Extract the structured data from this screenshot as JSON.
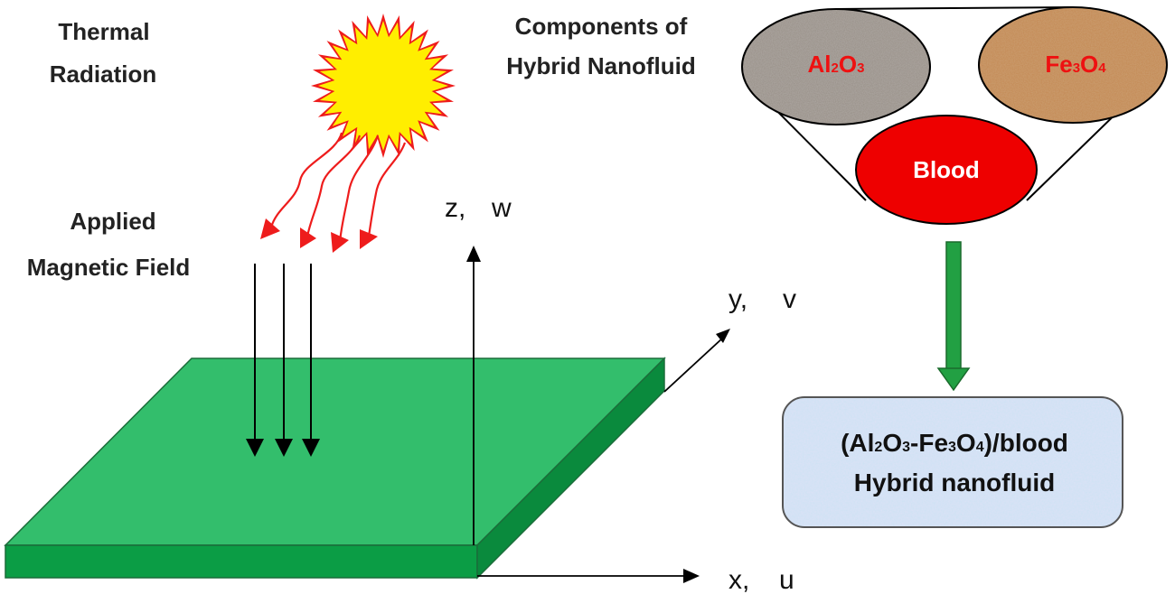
{
  "labels": {
    "thermal_line1": "Thermal",
    "thermal_line2": "Radiation",
    "magnetic_line1": "Applied",
    "magnetic_line2": "Magnetic Field",
    "components_line1": "Components of",
    "components_line2": "Hybrid Nanofluid"
  },
  "axes": {
    "z": "z,",
    "w": "w",
    "y": "y,",
    "v": "v",
    "x": "x,",
    "u": "u"
  },
  "components": {
    "al": {
      "base": "Al",
      "sub1": "2",
      "mid": "O",
      "sub2": "3"
    },
    "fe": {
      "base": "Fe",
      "sub1": "3",
      "mid": "O",
      "sub2": "4"
    },
    "blood": "Blood"
  },
  "result": {
    "p1": "(Al",
    "s1": "2",
    "p2": "O",
    "s2": "3",
    "p3": "-Fe",
    "s3": "3",
    "p4": "O",
    "s4": "4",
    "p5": ")/blood",
    "line2": "Hybrid nanofluid"
  },
  "colors": {
    "plate_top": "#33be6c",
    "plate_side": "#0b9d45",
    "sun_rays": "#ee1c1c",
    "sun_core": "#ffee00",
    "blood": "#ee0000",
    "flow_arrow": "#22a043",
    "result_box_border": "#555555",
    "component_text": "#ee1111"
  }
}
